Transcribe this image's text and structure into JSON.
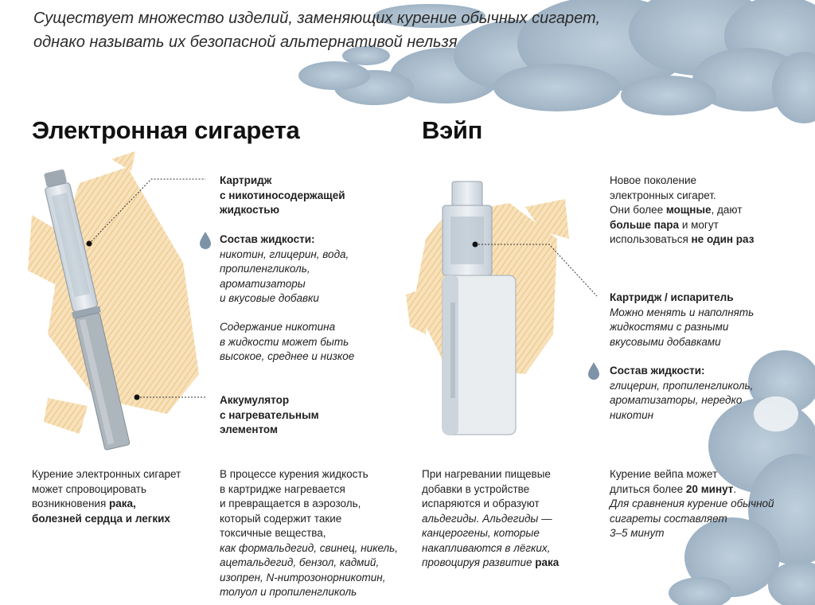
{
  "intro": {
    "line1": "Существует множество изделий, заменяющих курение обычных сигарет,",
    "line2": "однако называть их безопасной альтернативой нельзя"
  },
  "ecig": {
    "title": "Электронная сигарета",
    "cartridge": [
      "Картридж",
      "с никотиносодержащей",
      "жидкостью"
    ],
    "liquid_title": "Состав жидкости:",
    "liquid": [
      "никотин, глицерин, вода,",
      "пропиленгликоль,",
      "ароматизаторы",
      "и вкусовые добавки"
    ],
    "nicotine": [
      "Содержание никотина",
      "в жидкости может быть",
      "высокое, среднее и низкое"
    ],
    "battery": [
      "Аккумулятор",
      "с нагревательным",
      "элементом"
    ],
    "risk": {
      "l1": "Курение электронных сигарет",
      "l2": "может спровоцировать",
      "l3a": "возникновения ",
      "l3b": "рака,",
      "l4": "болезней сердца и легких"
    },
    "process": {
      "plain": [
        "В процессе курения жидкость",
        "в картридже нагревается",
        "и превращается в аэрозоль,",
        "который содержит такие",
        "токсичные вещества,"
      ],
      "italic": [
        "как формальдегид, свинец, никель,",
        "ацетальдегид, бензол, кадмий,",
        "изопрен, N-нитрозонорникотин,",
        "толуол и пропиленгликоль"
      ]
    }
  },
  "vape": {
    "title": "Вэйп",
    "gen": {
      "l1": "Новое поколение",
      "l2": "электронных сигарет.",
      "l3a": "Они более ",
      "l3b": "мощные",
      "l3c": ", дают",
      "l4a": "больше пара",
      "l4b": " и могут",
      "l5a": "использоваться ",
      "l5b": "не один раз"
    },
    "cartridge_title": "Картридж / испаритель",
    "cartridge": [
      "Можно менять и наполнять",
      "жидкостями с разными",
      "вкусовыми добавками"
    ],
    "liquid_title": "Состав жидкости:",
    "liquid": [
      "глицерин, пропиленгликоль,",
      "ароматизаторы, нередко",
      "никотин"
    ],
    "heat": {
      "plain": [
        "При нагревании пищевые",
        "добавки в устройстве",
        "испаряются и образуют"
      ],
      "italic": [
        "альдегиды. Альдегиды —",
        "канцерогены, которые",
        "накапливаются в лёгких,"
      ],
      "l7a": "провоцируя развитие ",
      "l7b": "рака"
    },
    "duration": {
      "l1": "Курение вейпа может",
      "l2a": "длиться более ",
      "l2b": "20 минут",
      "l2c": ".",
      "italic": [
        "Для сравнения курение обычной",
        "сигареты составляет",
        "3–5 минут"
      ]
    }
  },
  "colors": {
    "smoke": "#9fb4c6",
    "smoke_dark": "#7f97ac",
    "hatch": "#f2cc8e",
    "device": "#d9e1e8",
    "ink": "#1a1a1a"
  }
}
